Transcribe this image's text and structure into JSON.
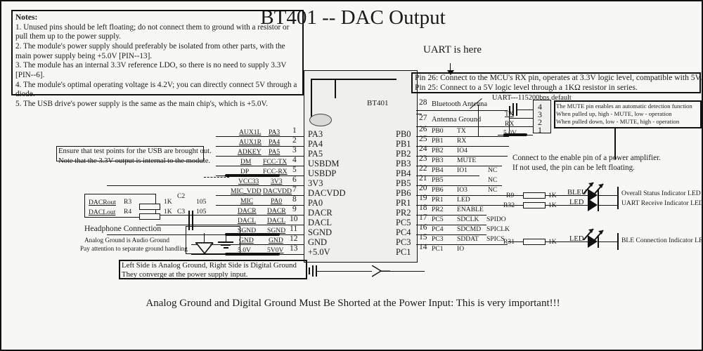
{
  "title": "BT401 -- DAC Output",
  "uart_here": "UART is here",
  "notes": {
    "heading": "Notes:",
    "items": [
      "1. Unused pins should be left floating; do not connect them to ground with a resistor or pull them up to the power supply.",
      "2. The module's power supply should preferably be isolated from other parts, with the main power supply being +5.0V [PIN--13].",
      "3. The module has an internal 3.3V reference LDO, so there is no need to supply 3.3V [PIN--6].",
      "4. The module's optimal operating voltage is 4.2V; you can directly connect 5V through a diode.",
      "5. The USB drive's power supply is the same as the main chip's, which is +5.0V."
    ]
  },
  "chip": {
    "label": "BT401",
    "left_pins": [
      {
        "num": "1",
        "outer": "AUX1L",
        "inner": "PA3",
        "body": "PA3"
      },
      {
        "num": "2",
        "outer": "AUX1R",
        "inner": "PA4",
        "body": "PA4"
      },
      {
        "num": "3",
        "outer": "ADKEY",
        "inner": "PA5",
        "body": "PA5"
      },
      {
        "num": "4",
        "outer": "DM",
        "inner": "FCC-TX",
        "body": "USBDM"
      },
      {
        "num": "5",
        "outer": "DP",
        "inner": "FCC-RX",
        "body": "USBDP"
      },
      {
        "num": "6",
        "outer": "VCC33",
        "inner": "3V3",
        "body": "3V3"
      },
      {
        "num": "7",
        "outer": "MIC_VDD",
        "inner": "DACVDD",
        "body": "DACVDD"
      },
      {
        "num": "8",
        "outer": "MIC",
        "inner": "PA0",
        "body": "PA0"
      },
      {
        "num": "9",
        "outer": "DACR",
        "inner": "DACR",
        "body": "DACR"
      },
      {
        "num": "10",
        "outer": "DACL",
        "inner": "DACL",
        "body": "DACL"
      },
      {
        "num": "11",
        "outer": "SGND",
        "inner": "SGND",
        "body": "SGND"
      },
      {
        "num": "12",
        "outer": "GND",
        "inner": "GND",
        "body": "GND"
      },
      {
        "num": "13",
        "outer": "5.0V",
        "inner": "5V0V",
        "body": "+5.0V"
      }
    ],
    "right_pins": [
      {
        "num": "28",
        "name": "",
        "func": "Bluetooth Antenna",
        "alt": "",
        "body": ""
      },
      {
        "num": "27",
        "name": "",
        "func": "Antenna Ground",
        "alt": "",
        "body": ""
      },
      {
        "num": "26",
        "name": "PB0",
        "func": "TX",
        "alt": "",
        "body": "PB0"
      },
      {
        "num": "25",
        "name": "PB1",
        "func": "RX",
        "alt": "",
        "body": "PB1"
      },
      {
        "num": "24",
        "name": "PB2",
        "func": "IO4",
        "alt": "",
        "body": "PB2"
      },
      {
        "num": "23",
        "name": "PB3",
        "func": "MUTE",
        "alt": "",
        "body": "PB3"
      },
      {
        "num": "22",
        "name": "PB4",
        "func": "IO1",
        "alt": "NC",
        "body": "PB4"
      },
      {
        "num": "21",
        "name": "PB5",
        "func": "",
        "alt": "NC",
        "body": "PB5"
      },
      {
        "num": "20",
        "name": "PB6",
        "func": "IO3",
        "alt": "NC",
        "body": "PB6"
      },
      {
        "num": "19",
        "name": "PR1",
        "func": "LED",
        "alt": "",
        "body": "PR1"
      },
      {
        "num": "18",
        "name": "PR2",
        "func": "ENABLE",
        "alt": "",
        "body": "PR2"
      },
      {
        "num": "17",
        "name": "PC5",
        "func": "SDCLK",
        "alt": "SPIDO",
        "body": "PC5"
      },
      {
        "num": "16",
        "name": "PC4",
        "func": "SDCMD",
        "alt": "SPICLK",
        "body": "PC4"
      },
      {
        "num": "15",
        "name": "PC3",
        "func": "SDDAT",
        "alt": "SPICS",
        "body": "PC3"
      },
      {
        "num": "14",
        "name": "PC1",
        "func": "IO",
        "alt": "",
        "body": "PC1"
      }
    ]
  },
  "pin_note": {
    "line1": "Pin 26: Connect to the MCU's RX pin, operates at 3.3V logic level, compatible with 5V.",
    "line2": "Pin 25: Connect to a 5V logic level through a 1KΩ resistor in series."
  },
  "uart_baud": "UART---115200bps default",
  "header": {
    "pins": [
      "4",
      "3",
      "2",
      "1"
    ],
    "signals": [
      "TX",
      "RX",
      "5.0V"
    ]
  },
  "mute_note": {
    "line1": "The MUTE pin enables an automatic detection function",
    "line2": "When pulled up,  high - MUTE, low - operation",
    "line3": "When pulled down, low - MUTE, high - operation"
  },
  "enable_note": {
    "line1": "Connect to the enable pin of a power amplifier.",
    "line2": "If not used, the pin can be left floating."
  },
  "usb_note": {
    "line1": "Ensure that test points for the USB are brought out.",
    "line2": "Note that the 3.3V output is internal to the module."
  },
  "headphone": {
    "out_r": "DACRout",
    "out_l": "DACLout",
    "r3": "R3",
    "r4": "R4",
    "r3_val": "1K",
    "r4_val": "1K",
    "c2": "C2",
    "c3": "C3",
    "c2_val": "105",
    "c3_val": "105",
    "caption": "Headphone Connection",
    "ag1": "Analog Ground is Audio Ground",
    "ag2": "Pay attention to separate ground handling"
  },
  "ground_note": {
    "line1": "Left Side is Analog Ground, Right Side is Digital Ground",
    "line2": "They converge at the power supply input."
  },
  "leds": {
    "r9": "R9",
    "r9_val": "1K",
    "r9_sig": "BLEU",
    "r9_desc": "Overall Status Indicator LED",
    "r32": "R32",
    "r32_val": "1K",
    "r32_sig": "LED",
    "r32_desc": "UART Receive Indicator LED",
    "r31": "R31",
    "r31_val": "1K",
    "r31_sig": "LED",
    "r31_desc": "BLE Connection Indicator LED"
  },
  "bottom_warning": "Analog Ground and Digital Ground Must Be Shorted at the Power Input: This is very important!!!"
}
